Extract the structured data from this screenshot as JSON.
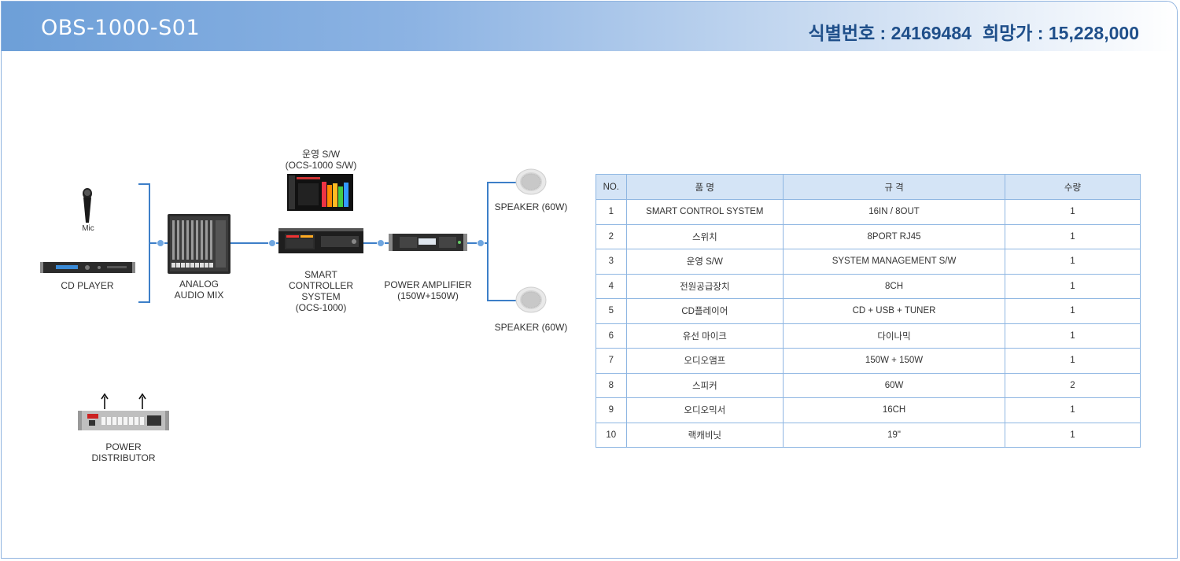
{
  "header": {
    "model": "OBS-1000-S01",
    "id_label": "식별번호",
    "id_value": "24169484",
    "price_label": "희망가",
    "price_value": "15,228,000",
    "separator": " : "
  },
  "diagram": {
    "mic_label": "Mic",
    "cd_player_label": "CD PLAYER",
    "analog_mix_label": "ANALOG\nAUDIO MIX",
    "software_label": "운영 S/W\n(OCS-1000 S/W)",
    "smart_controller_label": "SMART\nCONTROLLER\nSYSTEM\n(OCS-1000)",
    "power_amp_label": "POWER AMPLIFIER\n(150W+150W)",
    "speaker_top_label": "SPEAKER (60W)",
    "speaker_bottom_label": "SPEAKER (60W)",
    "power_distributor_label": "POWER\nDISTRIBUTOR"
  },
  "table": {
    "headers": [
      "NO.",
      "품 명",
      "규 격",
      "수량"
    ],
    "rows": [
      [
        "1",
        "SMART CONTROL SYSTEM",
        "16IN / 8OUT",
        "1"
      ],
      [
        "2",
        "스위치",
        "8PORT RJ45",
        "1"
      ],
      [
        "3",
        "운영 S/W",
        "SYSTEM MANAGEMENT S/W",
        "1"
      ],
      [
        "4",
        "전원공급장치",
        "8CH",
        "1"
      ],
      [
        "5",
        "CD플레이어",
        "CD + USB + TUNER",
        "1"
      ],
      [
        "6",
        "유선 마이크",
        "다이나믹",
        "1"
      ],
      [
        "7",
        "오디오앰프",
        "150W + 150W",
        "1"
      ],
      [
        "8",
        "스피커",
        "60W",
        "2"
      ],
      [
        "9",
        "오디오믹서",
        "16CH",
        "1"
      ],
      [
        "10",
        "랙캐비닛",
        "19\"",
        "1"
      ]
    ]
  },
  "colors": {
    "header_start": "#6d9fd8",
    "accent": "#1f4f8a",
    "line": "#3d7fc8",
    "table_header": "#d4e4f6"
  }
}
